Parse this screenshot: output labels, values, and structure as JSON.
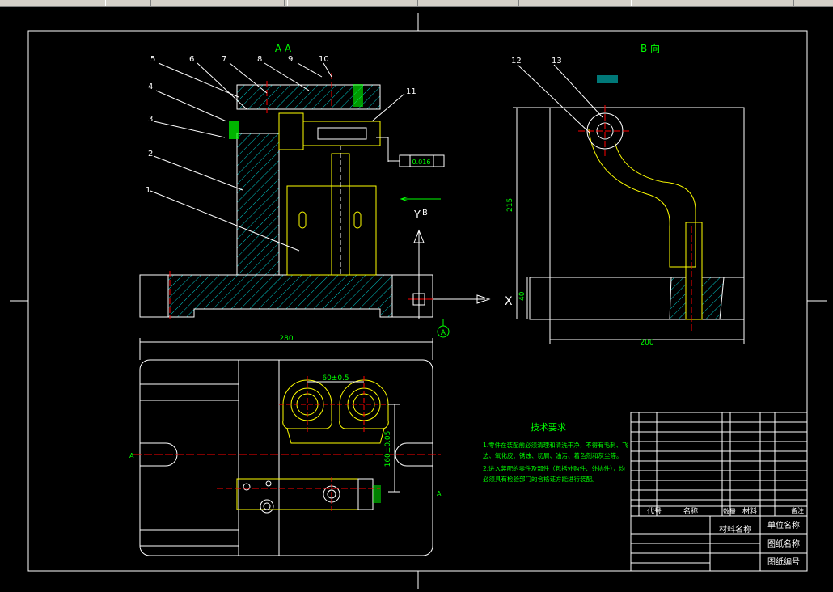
{
  "views": {
    "section_aa_title": "A-A",
    "view_b_title": "B 向"
  },
  "part_numbers": [
    "1",
    "2",
    "3",
    "4",
    "5",
    "6",
    "7",
    "8",
    "9",
    "10",
    "11",
    "12",
    "13"
  ],
  "dimensions": {
    "width_bottom": "280",
    "width_side": "200",
    "height_side": "215",
    "side_40": "40",
    "center_distance": "60±0.5",
    "vertical_offset": "160±0.05",
    "tolerance_frame": "0.016"
  },
  "markers": {
    "section_a": "A",
    "view_b": "B",
    "y_label": "Y",
    "x_label": "X",
    "section_a_left": "A",
    "section_a_right": "A"
  },
  "technical_requirements": {
    "title": "技术要求",
    "line1": "1.零件在装配前必须清理和清洗干净，不得有毛刺、飞",
    "line2": "边、氧化皮、锈蚀、切屑、油污、着色剂和灰尘等。",
    "line3": "2.进入装配的零件及部件（包括外购件、外协件），均",
    "line4": "必须具有检验部门的合格证方能进行装配。"
  },
  "title_block": {
    "col_code": "代号",
    "col_name": "名称",
    "col_qty": "数量",
    "col_material": "材料",
    "col_note": "备注",
    "material_name": "材料名称",
    "unit_name": "单位名称",
    "drawing_name": "图纸名称",
    "drawing_number": "图纸编号"
  },
  "colors": {
    "background": "#000000",
    "outline": "#ffffff",
    "part": "#ffff00",
    "hatch": "#00c8c8",
    "centerline": "#ff0000",
    "dimension": "#ffffff",
    "green": "#00ff00",
    "annotation": "#00ff00"
  }
}
